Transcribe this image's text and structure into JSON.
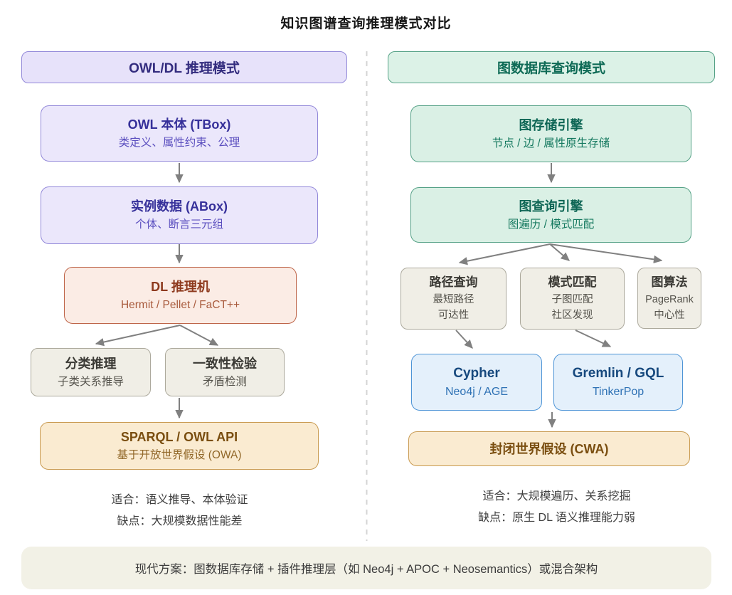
{
  "title": "知识图谱查询推理模式对比",
  "left_column": {
    "header": "OWL/DL 推理模式",
    "tbox": {
      "title": "OWL 本体 (TBox)",
      "subtitle": "类定义、属性约束、公理"
    },
    "abox": {
      "title": "实例数据 (ABox)",
      "subtitle": "个体、断言三元组"
    },
    "reasoner": {
      "title": "DL 推理机",
      "subtitle": "Hermit / Pellet / FaCT++"
    },
    "classification": {
      "title": "分类推理",
      "subtitle": "子类关系推导"
    },
    "consistency": {
      "title": "一致性检验",
      "subtitle": "矛盾检测"
    },
    "sparql": {
      "title": "SPARQL / OWL API",
      "subtitle": "基于开放世界假设 (OWA)"
    },
    "pros": "适合：语义推导、本体验证",
    "cons": "缺点：大规模数据性能差"
  },
  "right_column": {
    "header": "图数据库查询模式",
    "storage": {
      "title": "图存储引擎",
      "subtitle": "节点 / 边 / 属性原生存储"
    },
    "query_engine": {
      "title": "图查询引擎",
      "subtitle": "图遍历 / 模式匹配"
    },
    "path_query": {
      "title": "路径查询",
      "line1": "最短路径",
      "line2": "可达性"
    },
    "pattern_match": {
      "title": "模式匹配",
      "line1": "子图匹配",
      "line2": "社区发现"
    },
    "graph_algo": {
      "title": "图算法",
      "line1": "PageRank",
      "line2": "中心性"
    },
    "cypher": {
      "title": "Cypher",
      "subtitle": "Neo4j / AGE"
    },
    "gremlin": {
      "title": "Gremlin / GQL",
      "subtitle": "TinkerPop"
    },
    "cwa": {
      "title": "封闭世界假设 (CWA)"
    },
    "pros": "适合：大规模遍历、关系挖掘",
    "cons": "缺点：原生 DL 语义推理能力弱"
  },
  "footer_banner": "现代方案：图数据库存储 + 插件推理层（如 Neo4j + APOC + Neosemantics）或混合架构",
  "colors": {
    "purple_bg": "#EBE7FB",
    "purple_border": "#9288D9",
    "purple_text": "#36309A",
    "green_bg": "#DAF0E5",
    "green_border": "#55A186",
    "green_text": "#0E6655",
    "red_bg": "#FBECE5",
    "red_border": "#BE6448",
    "red_text": "#8E3A1E",
    "gray_bg": "#F0EEE6",
    "gray_border": "#ACA99C",
    "gray_text": "#3B3A35",
    "tan_bg": "#FAEBD1",
    "tan_border": "#C99B52",
    "tan_text": "#7A4E10",
    "blue_bg": "#E4F0FB",
    "blue_border": "#4D94D6",
    "blue_text": "#17497E",
    "arrow": "#808080",
    "divider": "#D4D4D4",
    "banner_bg": "#F2F1E6",
    "note_text": "#3F3F3F"
  }
}
